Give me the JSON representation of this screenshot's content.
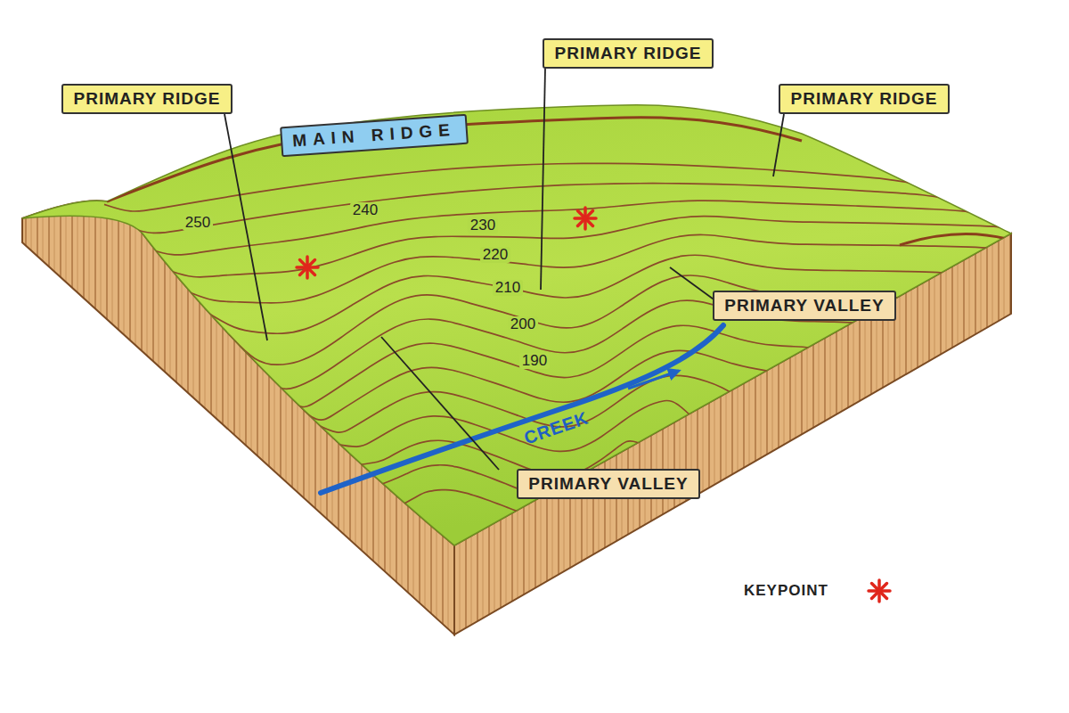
{
  "diagram": {
    "nodes": [
      {
        "text": [
          "PRIMARY RIDGE"
        ]
      },
      {
        "text": [
          "PRIMARY RIDGE"
        ]
      },
      {
        "text": [
          "PRIMARY RIDGE"
        ]
      },
      {
        "text": [
          "MAIN RIDGE"
        ]
      },
      {
        "text": [
          "PRIMARY VALLEY"
        ]
      },
      {
        "text": [
          "PRIMARY VALLEY"
        ]
      }
    ],
    "labels": [
      "250",
      "240",
      "230",
      "220",
      "210",
      "200",
      "190",
      "CREEK"
    ],
    "legend": [
      {
        "text": "KEYPOINT"
      }
    ]
  }
}
